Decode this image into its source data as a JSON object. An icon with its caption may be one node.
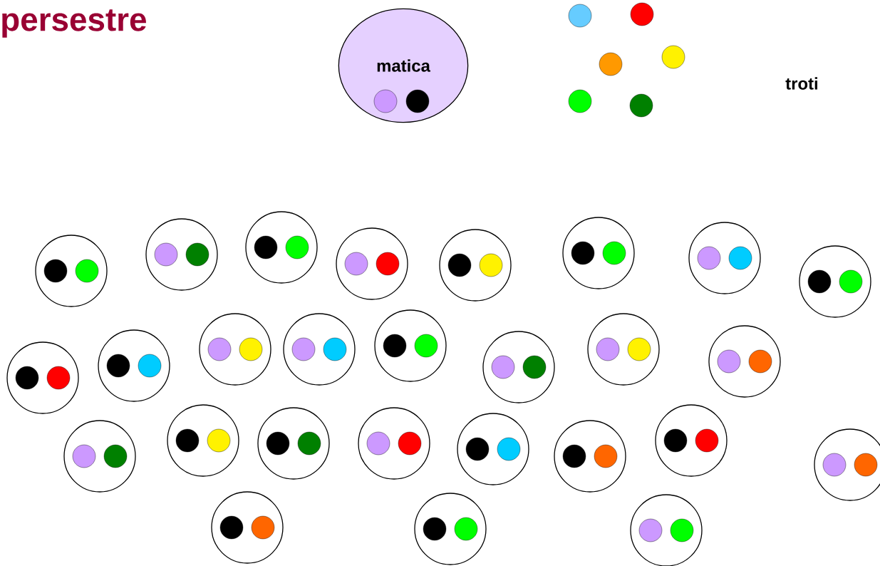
{
  "diagram": {
    "title": "persestre",
    "nodes": [
      {
        "text": [
          "matica"
        ]
      }
    ],
    "labels": [
      "troti"
    ]
  }
}
